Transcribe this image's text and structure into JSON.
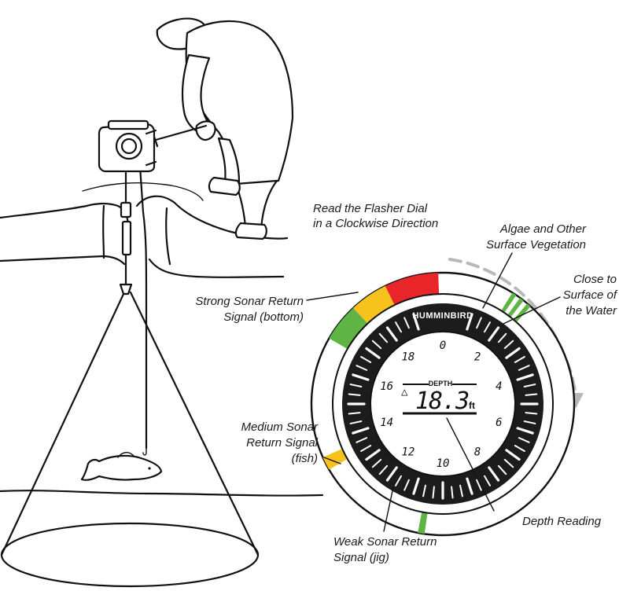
{
  "labels": {
    "read_dial_line1": "Read the Flasher Dial",
    "read_dial_line2": "in a Clockwise Direction",
    "algae_line1": "Algae and Other",
    "algae_line2": "Surface Vegetation",
    "close_line1": "Close to",
    "close_line2": "Surface of",
    "close_line3": "the Water",
    "strong_line1": "Strong Sonar Return",
    "strong_line2": "Signal (bottom)",
    "medium_line1": "Medium Sonar",
    "medium_line2": "Return Signal",
    "medium_line3": "(fish)",
    "depth_reading": "Depth Reading",
    "weak_line1": "Weak Sonar Return",
    "weak_line2": "Signal (jig)"
  },
  "dial": {
    "brand": "HUMMINBIRD",
    "numbers": [
      "0",
      "2",
      "4",
      "6",
      "8",
      "10",
      "12",
      "14",
      "16",
      "18"
    ],
    "lcd_label": "DEPTH",
    "depth_value": "18.3",
    "depth_unit": "ft",
    "alarm_symbol": "△"
  },
  "colors": {
    "strong_red": "#e8262a",
    "strong_yellow": "#f7c21c",
    "strong_green": "#5fb543",
    "medium_yellow": "#f7c21c",
    "weak_green": "#5fb543",
    "surface_green": "#5fb543",
    "arrow_gray": "#b8b8b8"
  }
}
